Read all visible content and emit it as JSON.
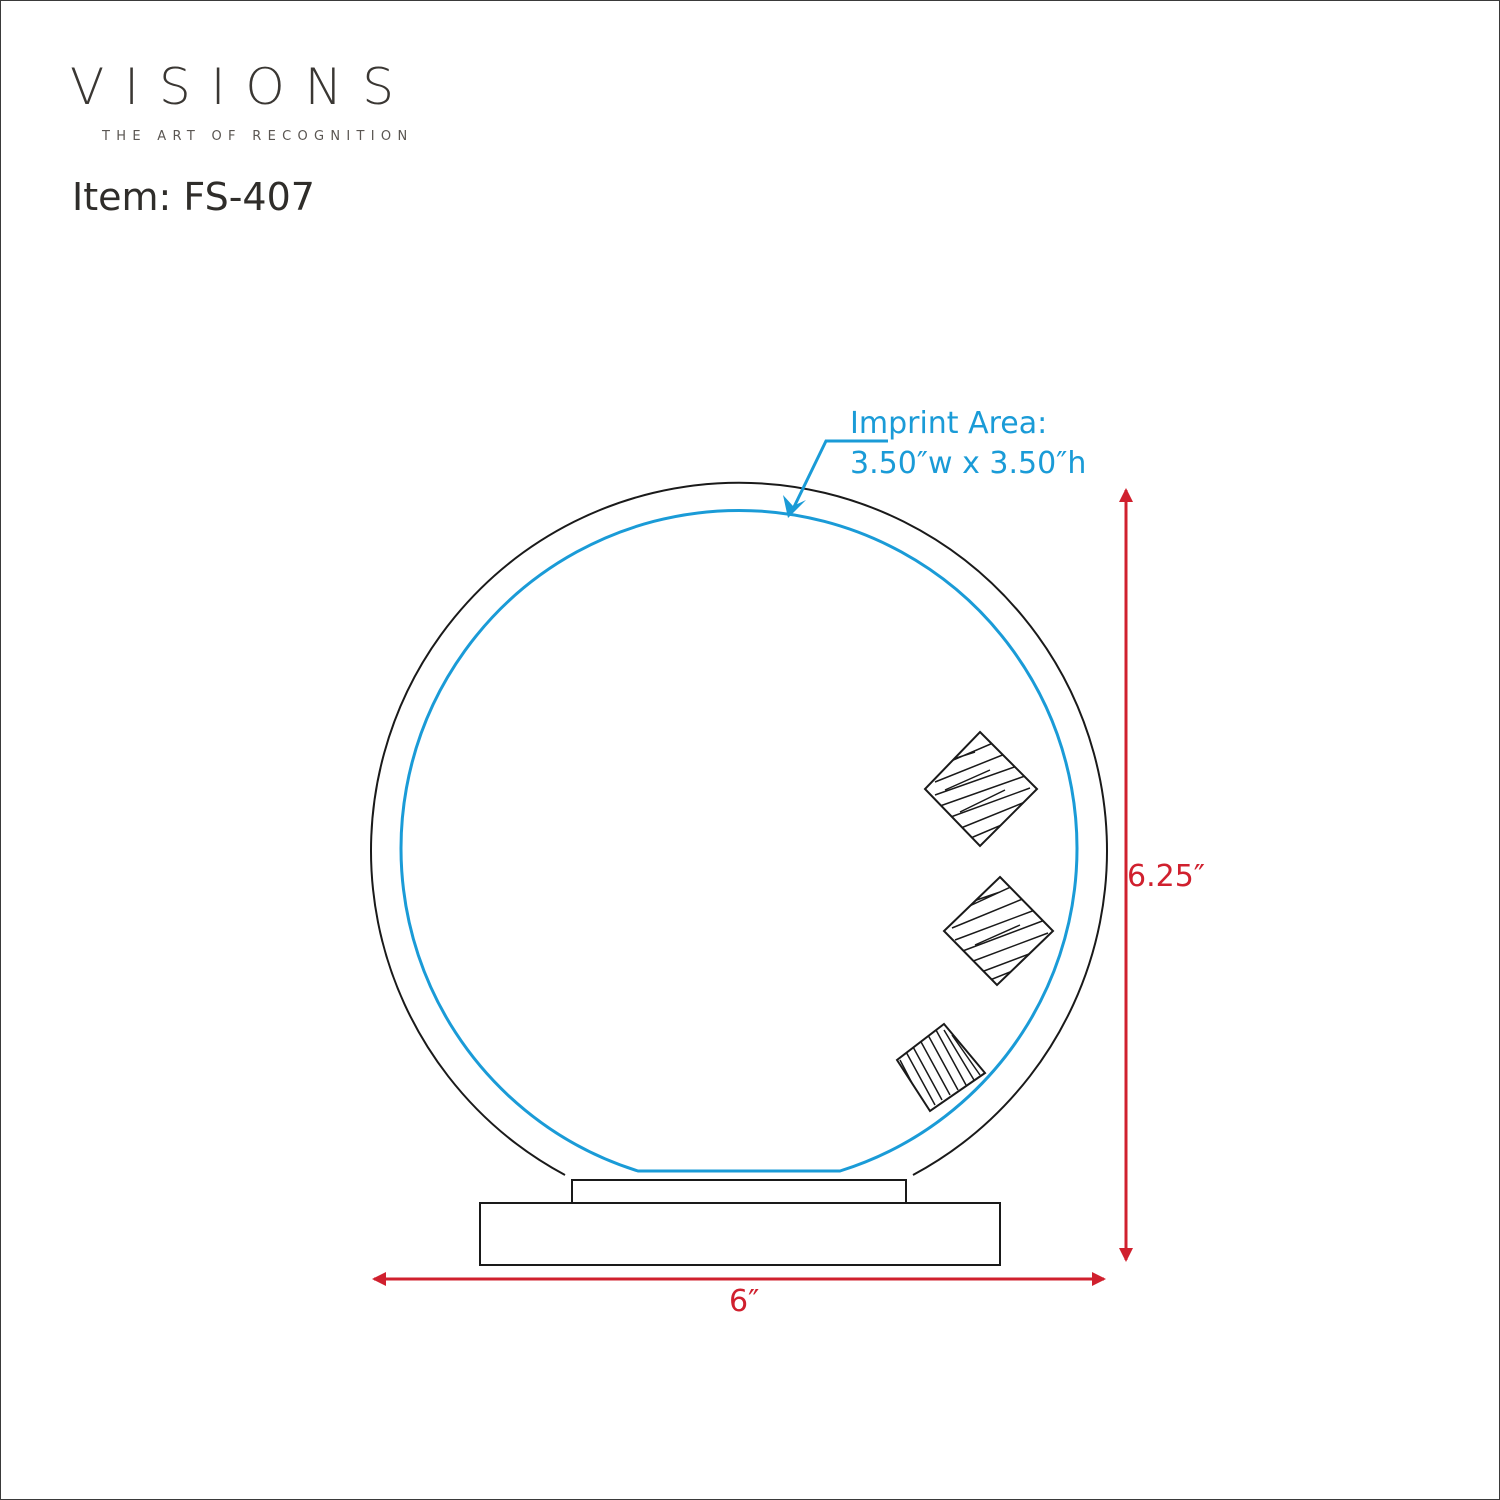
{
  "header": {
    "brand_name": "VISIONS",
    "brand_tagline": "THE ART OF RECOGNITION",
    "item_label": "Item:",
    "item_number": "FS-407"
  },
  "diagram": {
    "imprint_area_title": "Imprint Area:",
    "imprint_area_size": "3.50″w x 3.50″h",
    "height_dimension": "6.25″",
    "width_dimension": "6″"
  },
  "colors": {
    "outline": "#1a1a1a",
    "imprint_area": "#1a9bd7",
    "dimension_arrows": "#d0202e",
    "text": "#2f2d2a"
  }
}
